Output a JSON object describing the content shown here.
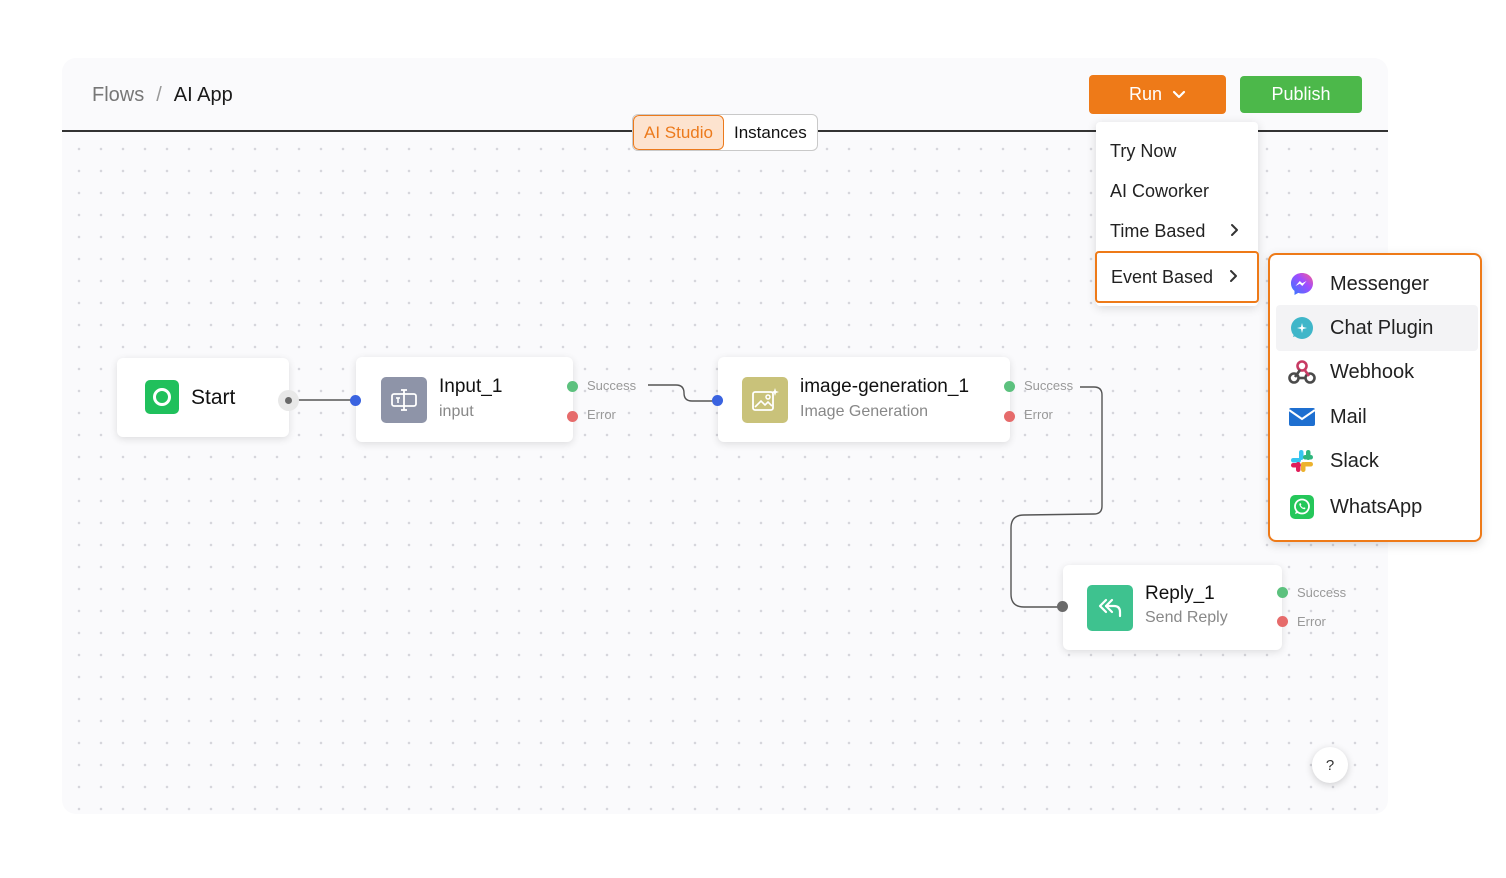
{
  "breadcrumb": {
    "parent": "Flows",
    "separator": "/",
    "current": "AI App"
  },
  "tabs": [
    {
      "label": "AI Studio",
      "active": true
    },
    {
      "label": "Instances",
      "active": false
    }
  ],
  "toolbar": {
    "run_label": "Run",
    "publish_label": "Publish"
  },
  "colors": {
    "run": "#ee7a18",
    "publish": "#4cb84a",
    "highlight": "#ee7a18",
    "success": "#5cc17e",
    "error": "#e66b6b",
    "port": "#3a63e0"
  },
  "run_menu": {
    "items": [
      {
        "label": "Try Now",
        "has_submenu": false
      },
      {
        "label": "AI Coworker",
        "has_submenu": false
      },
      {
        "label": "Time Based",
        "has_submenu": true
      },
      {
        "label": "Event Based",
        "has_submenu": true,
        "highlighted": true
      }
    ]
  },
  "event_submenu": {
    "items": [
      {
        "label": "Messenger",
        "icon": "messenger-icon"
      },
      {
        "label": "Chat Plugin",
        "icon": "chat-plugin-icon",
        "hovered": true
      },
      {
        "label": "Webhook",
        "icon": "webhook-icon"
      },
      {
        "label": "Mail",
        "icon": "mail-icon"
      },
      {
        "label": "Slack",
        "icon": "slack-icon"
      },
      {
        "label": "WhatsApp",
        "icon": "whatsapp-icon"
      }
    ]
  },
  "nodes": {
    "start": {
      "title": "Start",
      "icon": "start-icon"
    },
    "input": {
      "title": "Input_1",
      "subtitle": "input",
      "icon": "input-icon",
      "success": "Success",
      "error": "Error"
    },
    "image": {
      "title": "image-generation_1",
      "subtitle": "Image Generation",
      "icon": "image-generation-icon",
      "success": "Success",
      "error": "Error"
    },
    "reply": {
      "title": "Reply_1",
      "subtitle": "Send Reply",
      "icon": "reply-icon",
      "success": "Success",
      "error": "Error"
    }
  },
  "help": {
    "label": "?"
  }
}
